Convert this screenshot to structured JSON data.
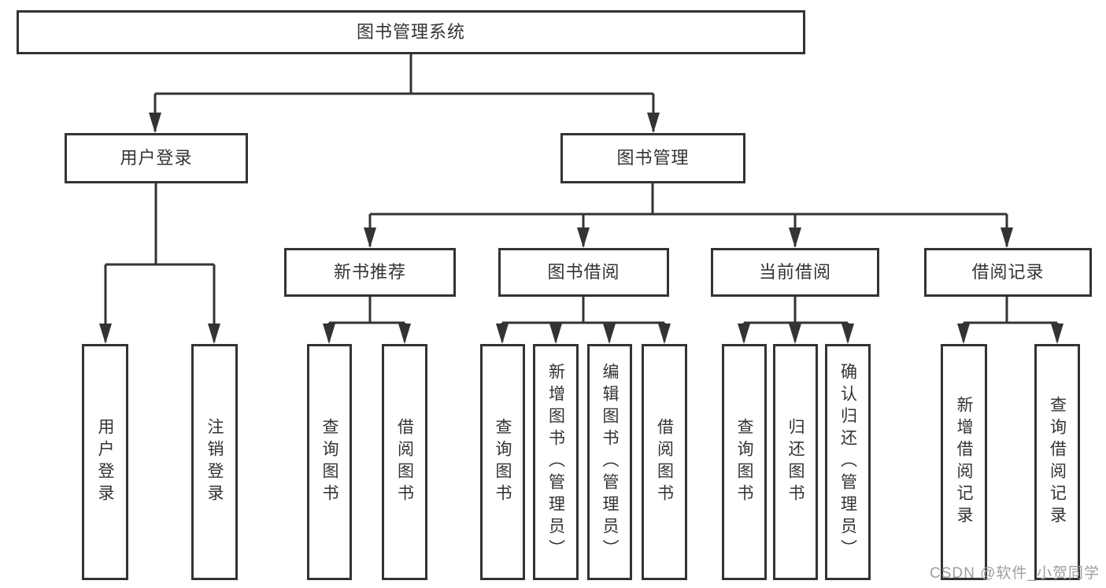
{
  "diagram": {
    "title": "图书管理系统",
    "root": {
      "label": "图书管理系统"
    },
    "level2": [
      {
        "label": "用户登录"
      },
      {
        "label": "图书管理"
      }
    ],
    "level3": [
      {
        "label": "新书推荐",
        "parent": "图书管理"
      },
      {
        "label": "图书借阅",
        "parent": "图书管理"
      },
      {
        "label": "当前借阅",
        "parent": "图书管理"
      },
      {
        "label": "借阅记录",
        "parent": "图书管理"
      }
    ],
    "leaves": [
      {
        "label": "用户登录",
        "parent": "用户登录"
      },
      {
        "label": "注销登录",
        "parent": "用户登录"
      },
      {
        "label": "查询图书",
        "parent": "新书推荐"
      },
      {
        "label": "借阅图书",
        "parent": "新书推荐"
      },
      {
        "label": "查询图书",
        "parent": "图书借阅"
      },
      {
        "label": "新增图书（管理员）",
        "parent": "图书借阅"
      },
      {
        "label": "编辑图书（管理员）",
        "parent": "图书借阅"
      },
      {
        "label": "借阅图书",
        "parent": "图书借阅"
      },
      {
        "label": "查询图书",
        "parent": "当前借阅"
      },
      {
        "label": "归还图书",
        "parent": "当前借阅"
      },
      {
        "label": "确认归还（管理员）",
        "parent": "当前借阅"
      },
      {
        "label": "新增借阅记录",
        "parent": "借阅记录"
      },
      {
        "label": "查询借阅记录",
        "parent": "借阅记录"
      }
    ],
    "line_color": "#333333",
    "box_fill": "#ffffff",
    "text_color": "#333333"
  },
  "watermark": {
    "text": "CSDN @软件_小贺同学",
    "color": "#9e9e9e"
  }
}
